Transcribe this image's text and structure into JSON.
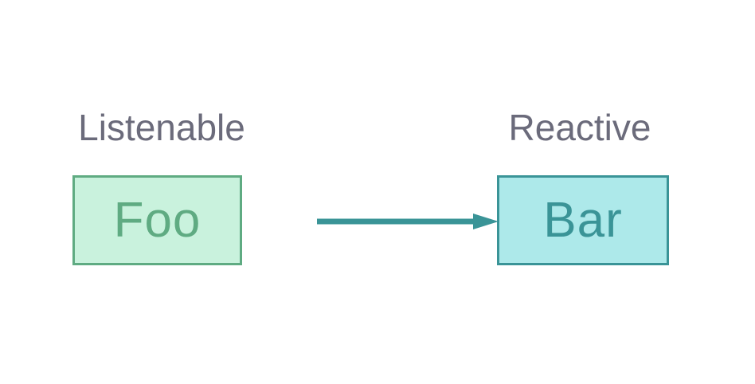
{
  "nodes": {
    "source": {
      "label": "Listenable",
      "text": "Foo"
    },
    "target": {
      "label": "Reactive",
      "text": "Bar"
    }
  },
  "colors": {
    "source_fill": "#c9f2dd",
    "source_stroke": "#5fab82",
    "target_fill": "#ade9ea",
    "target_stroke": "#3a9497",
    "label_text": "#6b6b7b",
    "arrow": "#3a9497"
  }
}
